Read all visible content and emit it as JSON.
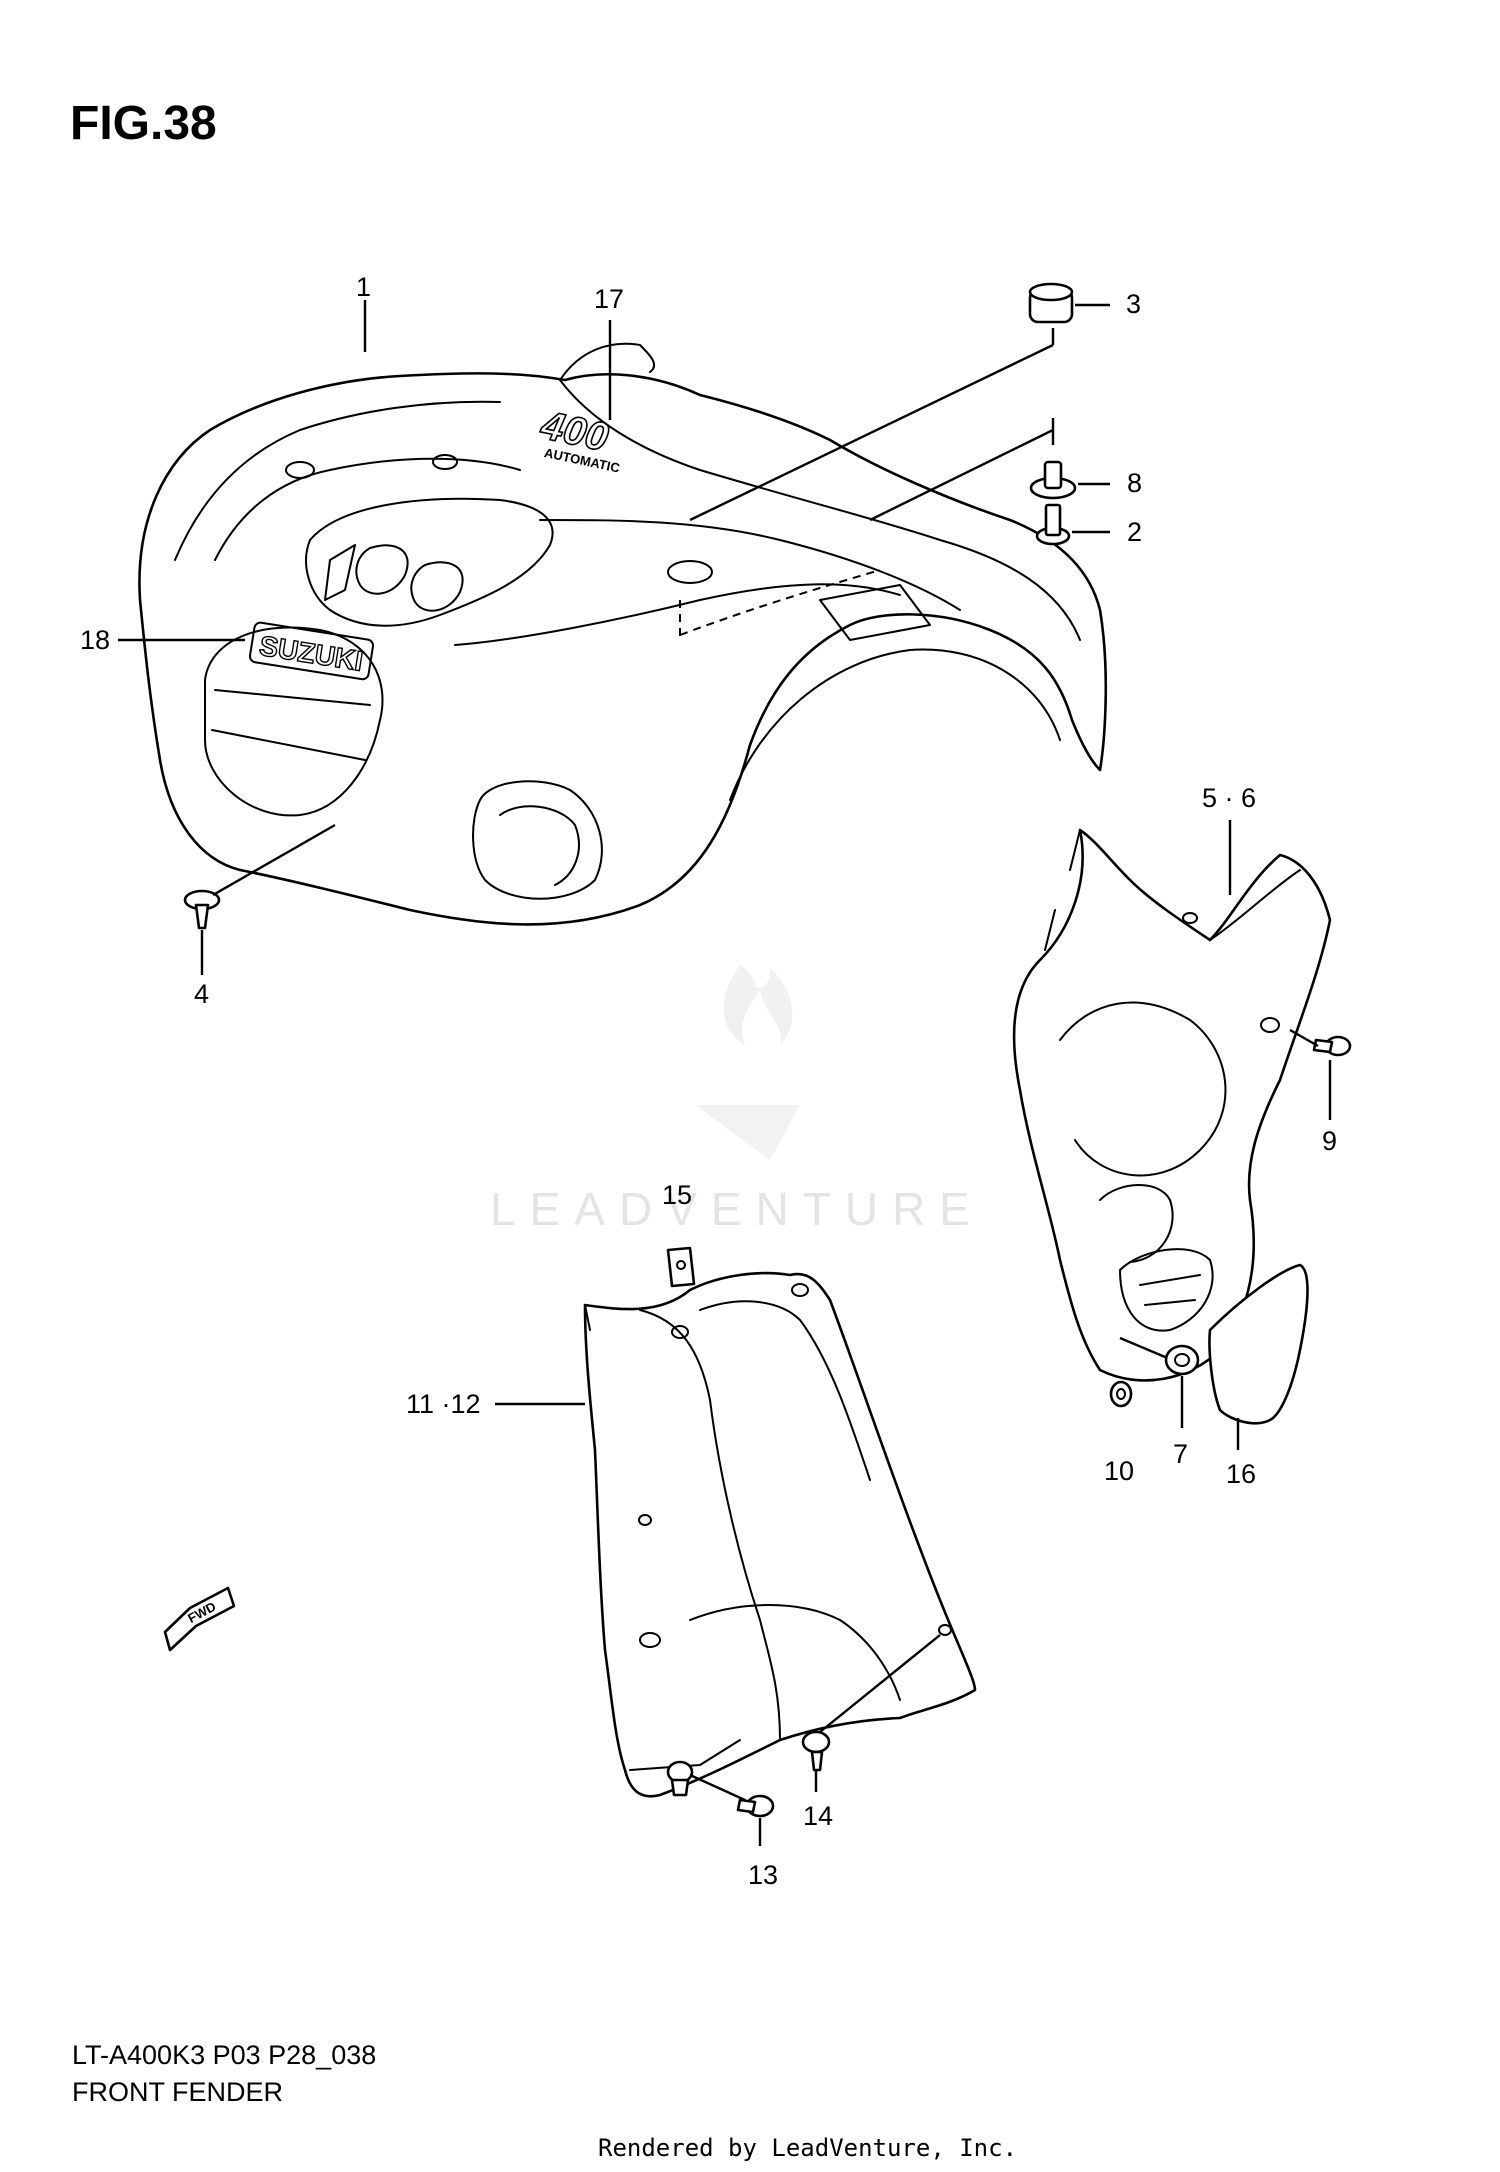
{
  "figure": {
    "title": "FIG.38",
    "model_code": "LT-A400K3 P03 P28_038",
    "caption": "FRONT FENDER"
  },
  "callouts": [
    {
      "id": "c1",
      "label": "1"
    },
    {
      "id": "c17",
      "label": "17"
    },
    {
      "id": "c3",
      "label": "3"
    },
    {
      "id": "c8",
      "label": "8"
    },
    {
      "id": "c2",
      "label": "2"
    },
    {
      "id": "c18",
      "label": "18"
    },
    {
      "id": "c4",
      "label": "4"
    },
    {
      "id": "c56",
      "label": "5 · 6"
    },
    {
      "id": "c9",
      "label": "9"
    },
    {
      "id": "c15",
      "label": "15"
    },
    {
      "id": "c1112",
      "label": "11 ·12"
    },
    {
      "id": "c10",
      "label": "10"
    },
    {
      "id": "c7",
      "label": "7"
    },
    {
      "id": "c16",
      "label": "16"
    },
    {
      "id": "c14",
      "label": "14"
    },
    {
      "id": "c13",
      "label": "13"
    }
  ],
  "emblems": {
    "brand": "SUZUKI",
    "model_badge": "400",
    "model_badge_sub": "AUTOMATIC",
    "fwd_arrow": "FWD"
  },
  "watermark": "LEADVENTURE",
  "rendered_by": "Rendered by LeadVenture, Inc.",
  "colors": {
    "line": "#000000",
    "background": "#ffffff",
    "watermark": "#e4e4e4"
  }
}
